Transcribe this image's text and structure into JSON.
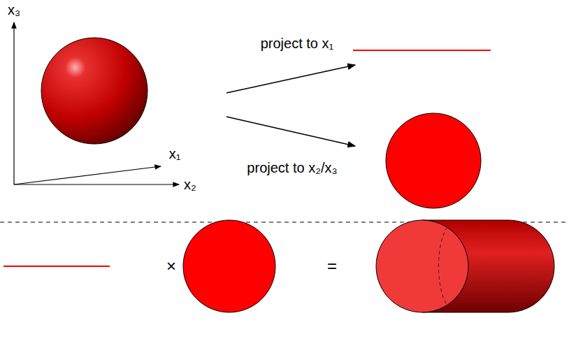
{
  "diagram": {
    "labels": [
      "x₃",
      "x₁",
      "x₂",
      "project to x₁",
      "project to x₂/x₃",
      "×",
      "="
    ]
  }
}
